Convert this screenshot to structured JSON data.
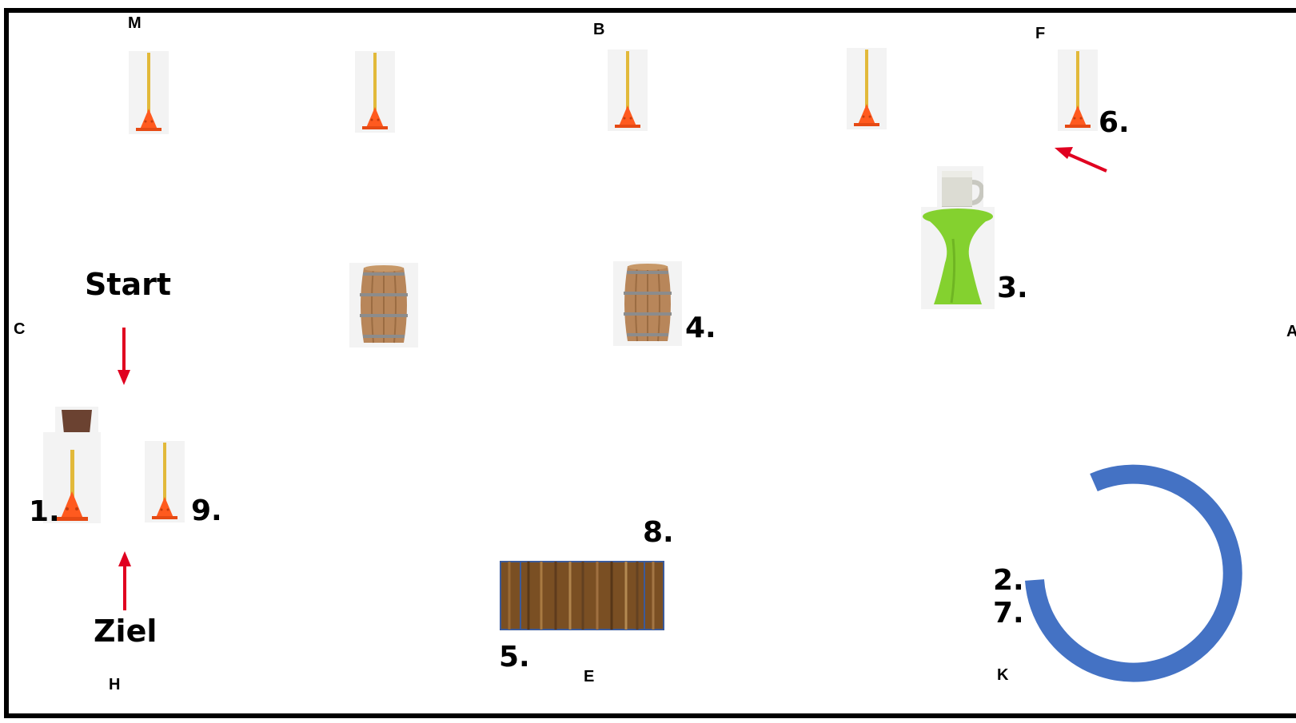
{
  "arena_letters": {
    "m": "M",
    "b": "B",
    "f": "F",
    "c": "C",
    "a": "A",
    "h": "H",
    "e": "E",
    "k": "K"
  },
  "labels": {
    "start": "Start",
    "finish": "Ziel"
  },
  "stations": {
    "s1": "1.",
    "s2": "2.",
    "s3": "3.",
    "s4": "4.",
    "s5": "5.",
    "s6": "6.",
    "s7": "7.",
    "s8": "8.",
    "s9": "9."
  },
  "colors": {
    "arrow": "#e00020",
    "ring": "#4472c4",
    "cone": "#ff5a1f",
    "pole": "#e2b93a",
    "table": "#84d12f",
    "plank": "#7a4f23"
  },
  "icons": [
    "pole-cone-icon",
    "barrel-icon",
    "beer-mug-icon",
    "bar-table-icon",
    "cup-icon",
    "plank-icon",
    "ring-gate-icon",
    "arrow-icon"
  ]
}
